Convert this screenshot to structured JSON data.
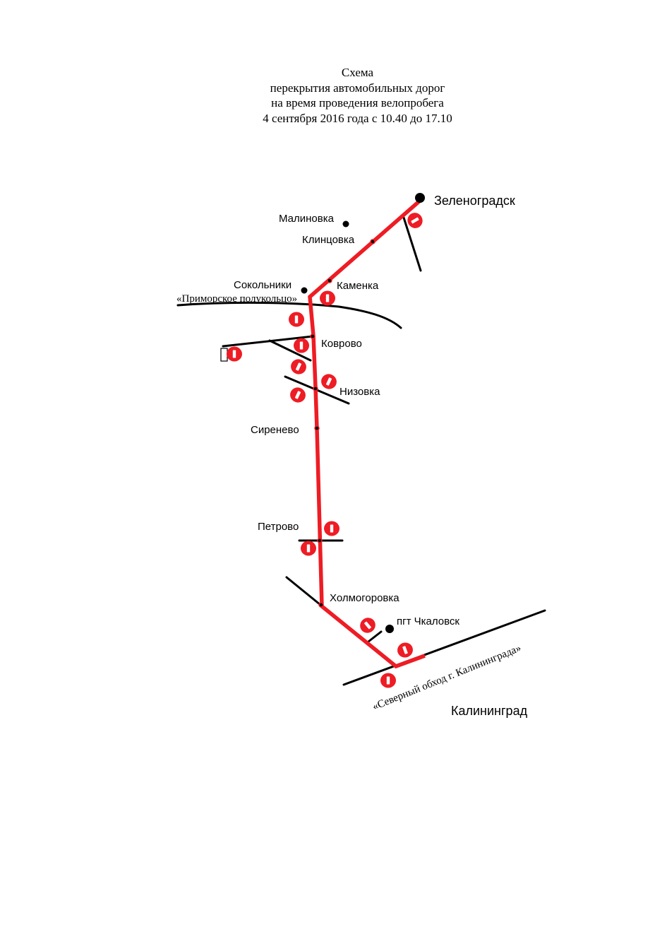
{
  "title": {
    "line1": "Схема",
    "line2": "перекрытия автомобильных дорог",
    "line3": "на время проведения велопробега",
    "line4": "4 сентября 2016 года с 10.40 до 17.10"
  },
  "places": {
    "zelenogradsk": "Зеленоградск",
    "malinovka": "Малиновка",
    "klintsovka": "Клинцовка",
    "sokolniki": "Сокольники",
    "kamenka": "Каменка",
    "kovrovo": "Коврово",
    "nizovka": "Низовка",
    "sirenevo": "Сиренево",
    "petrovo": "Петрово",
    "kholmogorovka": "Холмогоровка",
    "chkalovsk": "пгт Чкаловск",
    "kaliningrad": "Калининград"
  },
  "roads": {
    "primorskoe": "«Приморское полукольцо»",
    "severny_obkhod": "«Северный обход г. Калининграда»"
  },
  "colors": {
    "route": "#ee1c24",
    "road": "#000000",
    "sign": "#ee1c24"
  },
  "icons": {
    "closure_sign": "no-entry-sign-icon"
  }
}
